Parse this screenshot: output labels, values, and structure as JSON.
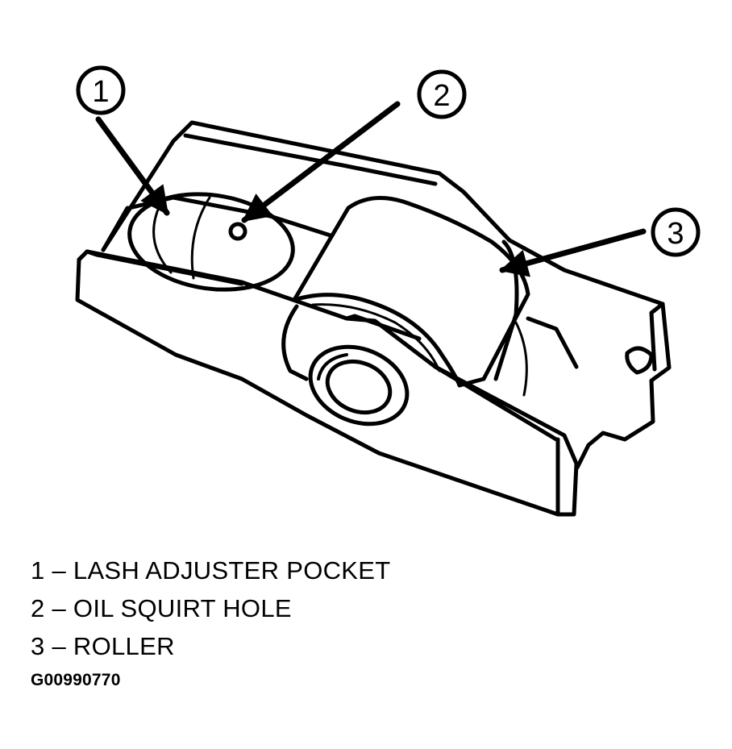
{
  "callouts": [
    {
      "number": "1"
    },
    {
      "number": "2"
    },
    {
      "number": "3"
    }
  ],
  "legend": [
    {
      "text": "1 – LASH ADJUSTER POCKET"
    },
    {
      "text": "2 – OIL SQUIRT HOLE"
    },
    {
      "text": "3 – ROLLER"
    }
  ],
  "figure_id": "G00990770",
  "colors": {
    "line": "#000000",
    "background": "#ffffff"
  }
}
